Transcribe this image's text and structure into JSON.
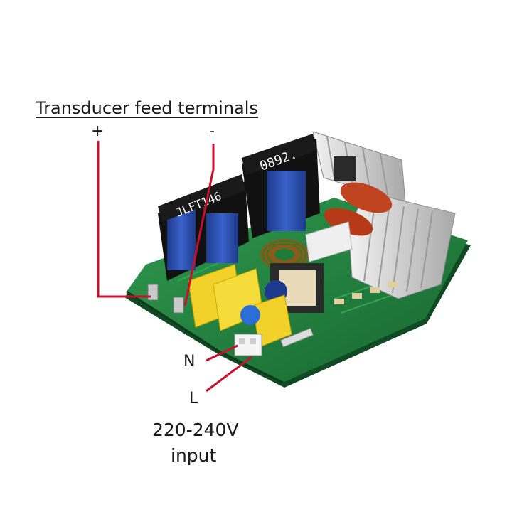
{
  "labels": {
    "title": "Transducer feed terminals",
    "plus": "+",
    "minus": "-",
    "neutral": "N",
    "live": "L",
    "input_line1": "220-240V",
    "input_line2": "input"
  },
  "board_text": {
    "transformer_left": "JLFT146",
    "transformer_right": "0892."
  },
  "colors": {
    "wire": "#c8102e",
    "pcb": "#1f7a3a",
    "transformer": "#2b4fb0",
    "capacitor_x2": "#f2d22a",
    "heatsink": "#d9d9d9",
    "text": "#1a1a1a"
  }
}
